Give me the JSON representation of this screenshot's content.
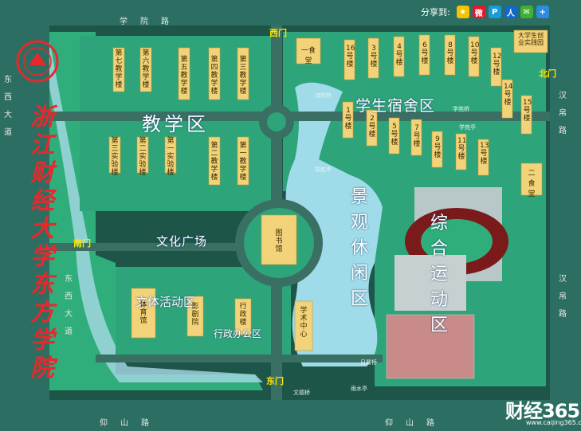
{
  "share": {
    "label": "分享到:",
    "icons": [
      {
        "name": "qzone-icon",
        "color": "#f5c400",
        "glyph": "★"
      },
      {
        "name": "weibo-icon",
        "color": "#e6162d",
        "glyph": "微"
      },
      {
        "name": "tencent-weibo-icon",
        "color": "#1b9ad6",
        "glyph": "P"
      },
      {
        "name": "renren-icon",
        "color": "#1468c8",
        "glyph": "人"
      },
      {
        "name": "wechat-icon",
        "color": "#3eb135",
        "glyph": "✉"
      },
      {
        "name": "more-share-icon",
        "color": "#2e8bde",
        "glyph": "+"
      }
    ]
  },
  "roads": {
    "north": "学院路",
    "south": "仰山路",
    "east": "汉帛路",
    "east_inner": "汉帛路",
    "west": "东西大道",
    "west_lower": "东西大道"
  },
  "gates": {
    "west": "西门",
    "north": "北门",
    "south": "南门",
    "east": "东门"
  },
  "zones": {
    "teaching": "教学区",
    "dorm": "学生宿舍区",
    "landscape": "景观休闲区",
    "sports": "综合运动区",
    "culture_plaza": "文化广场",
    "culture_sports": "文体活动区",
    "admin": "行政办公区"
  },
  "buildings": {
    "teach7": "第七教学楼",
    "teach6": "第六教学楼",
    "teach5": "第五教学楼",
    "teach4": "第四教学楼",
    "teach3": "第三教学楼",
    "lab3": "第三实验楼",
    "lab2": "第二实验楼",
    "lab1": "第一实验楼",
    "teach2": "第二教学楼",
    "teach1": "第一教学楼",
    "library": "图书馆",
    "gym": "体育馆",
    "cinema": "影剧院",
    "admin_bld": "行政楼",
    "academic": "学术中心",
    "canteen1": "一食堂",
    "canteen2": "二食堂",
    "activity": "大学生创业实践园",
    "dorms": [
      "1号楼",
      "2号楼",
      "3号楼",
      "4号楼",
      "5号楼",
      "6号楼",
      "7号楼",
      "8号楼",
      "9号楼",
      "10号楼",
      "11号楼",
      "12号楼",
      "13号楼",
      "14号楼",
      "15号楼",
      "16号楼"
    ]
  },
  "campus_name": "浙江财经大学东方学院",
  "small_labels": {
    "lake_a": "诗韵桥",
    "lake_b": "揽胜亭",
    "lake_c": "日晷桥",
    "lake_d": "雨水亭",
    "lake_e": "文德桥",
    "dorm_a": "学苑桥",
    "dorm_b": "学苑亭"
  },
  "brand": {
    "name": "财经365",
    "url": "www.caijing365.com"
  }
}
